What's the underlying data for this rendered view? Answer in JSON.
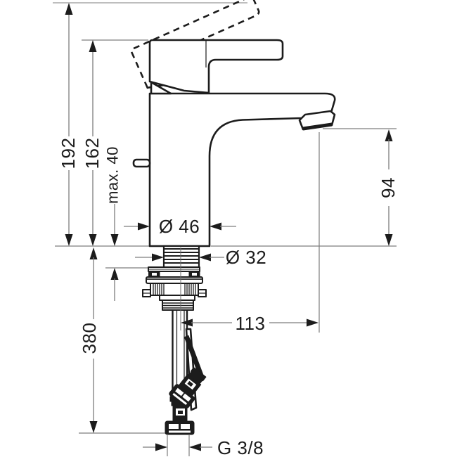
{
  "drawing": {
    "type": "faucet-installation-dimension-drawing",
    "units_implied": "mm",
    "colors": {
      "line": "#1c1c1c",
      "extension_line": "#7d7d7d",
      "light_reference_line": "#a8a8a8",
      "background": "#ffffff"
    },
    "dimensions": {
      "total_height": "192",
      "body_height": "162",
      "max_mount_thickness": "max. 40",
      "connection_length": "380",
      "base_diameter": "Ø 46",
      "shank_diameter": "Ø 32",
      "spout_height": "94",
      "spout_reach": "113",
      "thread_size": "G 3/8"
    }
  }
}
